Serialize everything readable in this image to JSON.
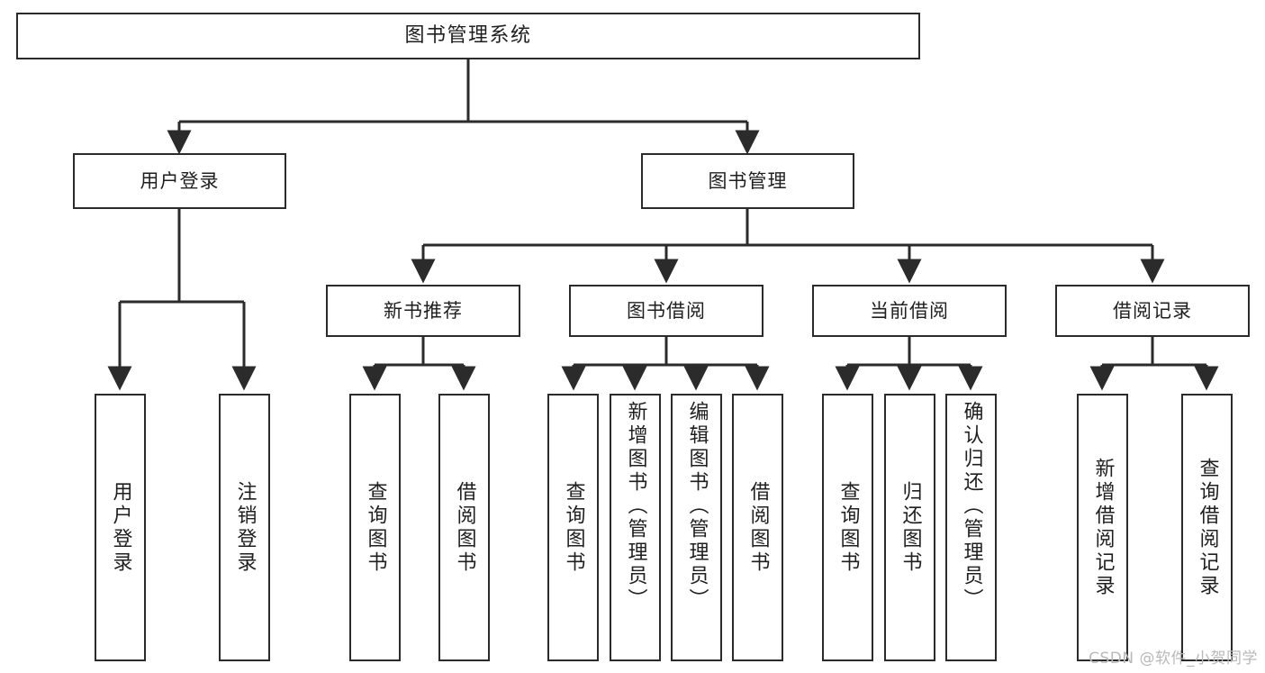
{
  "diagram": {
    "type": "tree",
    "title": "图书管理系统",
    "watermark": "CSDN @软件_小贺同学",
    "colors": {
      "background": "#ffffff",
      "node_fill": "#ffffff",
      "node_border": "#2b2b2b",
      "edge": "#2b2b2b",
      "text": "#1f1f1f",
      "watermark": "#b9b9b9"
    },
    "root": {
      "label": "图书管理系统"
    },
    "level1": [
      {
        "label": "用户登录"
      },
      {
        "label": "图书管理"
      }
    ],
    "level2": [
      {
        "label": "新书推荐"
      },
      {
        "label": "图书借阅"
      },
      {
        "label": "当前借阅"
      },
      {
        "label": "借阅记录"
      }
    ],
    "leaves": {
      "user_login": [
        {
          "label": "用户登录"
        },
        {
          "label": "注销登录"
        }
      ],
      "new_book": [
        {
          "label": "查询图书"
        },
        {
          "label": "借阅图书"
        }
      ],
      "book_borrow": [
        {
          "label": "查询图书"
        },
        {
          "label": "新增图书（管理员）"
        },
        {
          "label": "编辑图书（管理员）"
        },
        {
          "label": "借阅图书"
        }
      ],
      "current_borrow": [
        {
          "label": "查询图书"
        },
        {
          "label": "归还图书"
        },
        {
          "label": "确认归还（管理员）"
        }
      ],
      "borrow_record": [
        {
          "label": "新增借阅记录"
        },
        {
          "label": "查询借阅记录"
        }
      ]
    }
  }
}
